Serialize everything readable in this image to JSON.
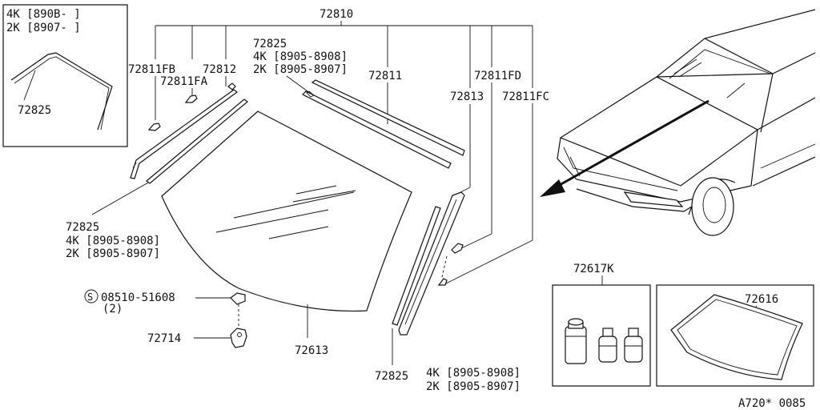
{
  "inset": {
    "line1": "4K [890B-  ]",
    "line2": "2K [8907-  ]",
    "part": "72825"
  },
  "labels": {
    "assembly": "72810",
    "upper_molding_code": "72825",
    "upper_molding_4k": "4K [8905-8908]",
    "upper_molding_2k": "2K [8905-8907]",
    "upper_molding_part": "72811",
    "clip_fb": "72811FB",
    "clip_fa": "72811FA",
    "side_molding_left": "72812",
    "clip_fd": "72811FD",
    "side_molding_right": "72813",
    "clip_fc": "72811FC",
    "left_molding_code": "72825",
    "left_molding_4k": "4K [8905-8908]",
    "left_molding_2k": "2K [8905-8907]",
    "screw_code": "08510-51608",
    "screw_qty": "(2)",
    "screw_symbol": "S",
    "bracket": "72714",
    "windshield": "72613",
    "right_molding_code": "72825",
    "right_molding_4k": "4K [8905-8908]",
    "right_molding_2k": "2K [8905-8907]",
    "kit": "72617K",
    "dam": "72616",
    "diagram_id": "A720* 0085"
  },
  "colors": {
    "line": "#111111",
    "background": "#ffffff"
  }
}
